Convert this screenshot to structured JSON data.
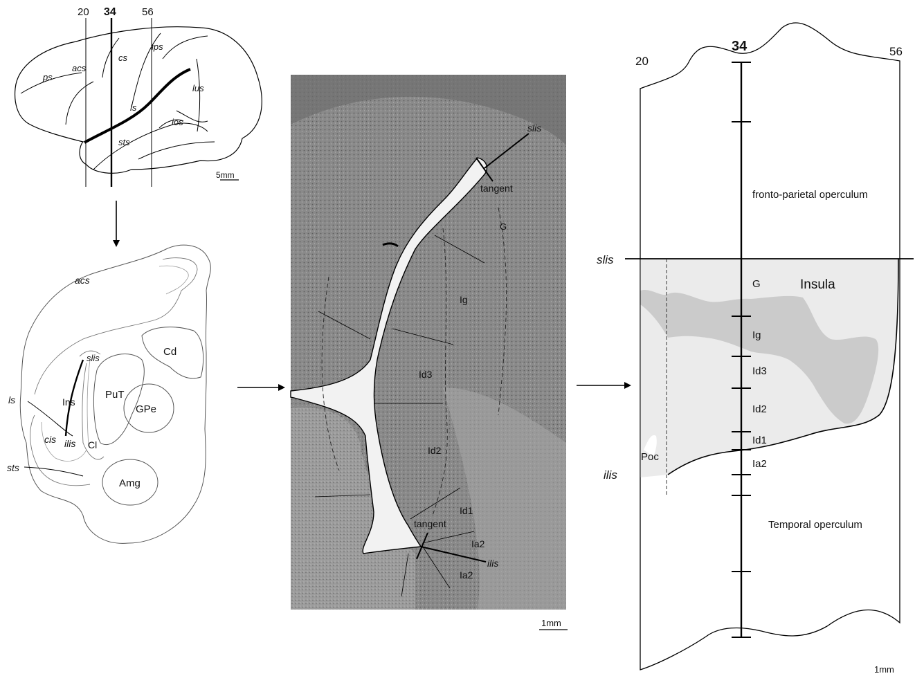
{
  "brain": {
    "section_numbers": [
      "20",
      "34",
      "56"
    ],
    "sulci": [
      "ps",
      "acs",
      "cs",
      "ips",
      "ls",
      "lus",
      "ios",
      "sts"
    ],
    "scale": "5mm"
  },
  "coronal": {
    "labels": {
      "acs": "acs",
      "slis": "slis",
      "cd": "Cd",
      "ls": "ls",
      "ins": "Ins",
      "put": "PuT",
      "gpe": "GPe",
      "cis": "cis",
      "ilis": "ilis",
      "cl": "Cl",
      "sts": "sts",
      "amg": "Amg"
    }
  },
  "micrograph": {
    "labels": {
      "slis": "slis",
      "tangent_top": "tangent",
      "g": "G",
      "ig": "Ig",
      "id3": "Id3",
      "id2": "Id2",
      "id1": "Id1",
      "tangent_bottom": "tangent",
      "ia2_a": "Ia2",
      "ilis": "ilis",
      "ia2_b": "Ia2"
    },
    "scale": "1mm"
  },
  "schematic": {
    "left_num": "20",
    "center_num": "34",
    "right_num": "56",
    "fronto": "fronto-parietal operculum",
    "slis": "slis",
    "g": "G",
    "insula": "Insula",
    "layers": [
      "Ig",
      "Id3",
      "Id2",
      "Id1",
      "Ia2"
    ],
    "poc": "Poc",
    "ilis": "ilis",
    "temporal": "Temporal operculum",
    "scale": "1mm"
  }
}
